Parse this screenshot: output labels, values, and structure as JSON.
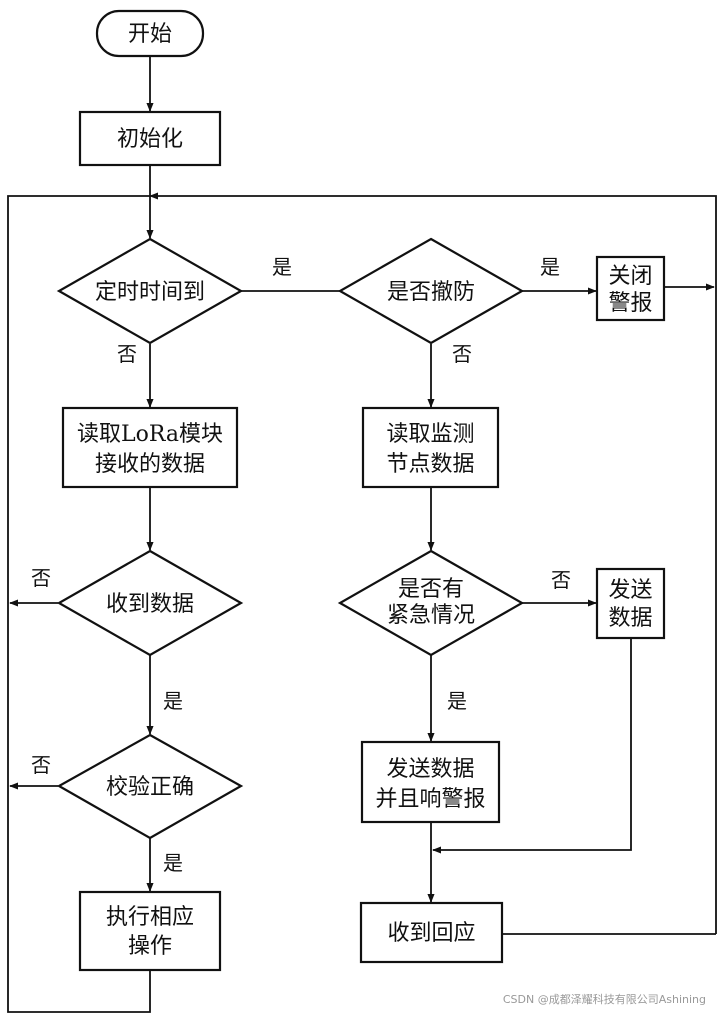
{
  "nodes": {
    "start": "开始",
    "init": "初始化",
    "timer_check": "定时时间到",
    "disarm_check": "是否撤防",
    "close_alarm": [
      "关闭",
      "警报"
    ],
    "read_lora": [
      "读取LoRa模块",
      "接收的数据"
    ],
    "read_monitor": [
      "读取监测",
      "节点数据"
    ],
    "data_received": "收到数据",
    "emergency_check": [
      "是否有",
      "紧急情况"
    ],
    "send_data": [
      "发送",
      "数据"
    ],
    "verify_check": "校验正确",
    "send_alarm": [
      "发送数据",
      "并且响警报"
    ],
    "execute": [
      "执行相应",
      "操作"
    ],
    "receive_reply": "收到回应"
  },
  "edges": {
    "timer_yes": "是",
    "timer_no": "否",
    "disarm_yes": "是",
    "disarm_no": "否",
    "received_no": "否",
    "received_yes": "是",
    "emergency_no": "否",
    "emergency_yes": "是",
    "verify_no": "否",
    "verify_yes": "是"
  },
  "watermark": "CSDN @成都泽耀科技有限公司Ashining"
}
